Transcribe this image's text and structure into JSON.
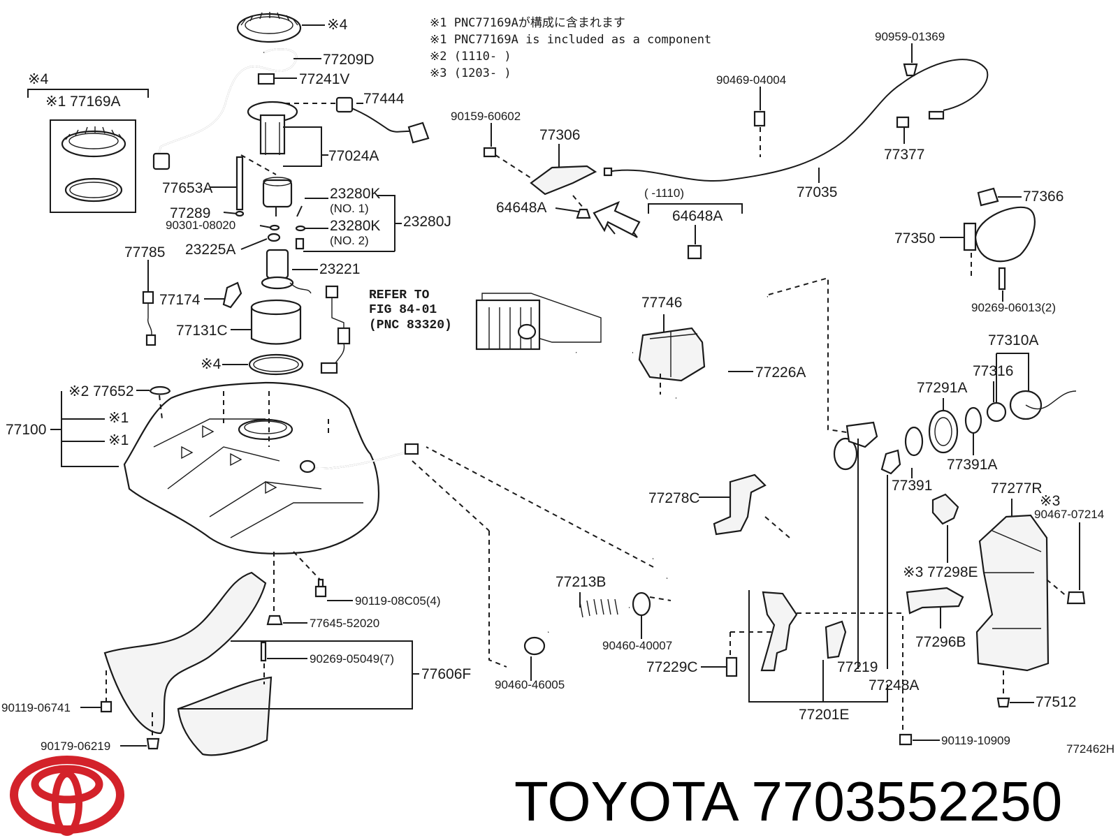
{
  "notes": [
    "※1 PNC77169Aが構成に含まれます",
    "※1 PNC77169A is included as a component",
    "※2 (1110-      )",
    "※3 (1203-      )"
  ],
  "refer": [
    "REFER TO",
    "FIG  84-01",
    "(PNC  83320)"
  ],
  "labels": {
    "p77209D": "77209D",
    "p77241V": "77241V",
    "p77444": "77444",
    "p77024A": "77024A",
    "p77653A": "77653A",
    "p77289": "77289",
    "p90301": "90301-08020",
    "p23280K1": "23280K",
    "no1": "(NO. 1)",
    "p23280K2": "23280K",
    "no2": "(NO. 2)",
    "p23280J": "23280J",
    "p23225A": "23225A",
    "p23221": "23221",
    "p77785": "77785",
    "p77174": "77174",
    "p77131C": "77131C",
    "star4a": "※4",
    "star4b": "※4",
    "star4c": "※4",
    "kit": "※1 77169A",
    "p77652": "※2 77652",
    "star1a": "※1",
    "star1b": "※1",
    "p77100": "77100",
    "p90119a": "90119-08C05(4)",
    "p77645": "77645-52020",
    "p90269b": "90269-05049(7)",
    "p77606F": "77606F",
    "p90119b": "90119-06741",
    "p90179": "90179-06219",
    "p90159": "90159-60602",
    "p77306": "77306",
    "p64648a": "64648A",
    "p90469": "90469-04004",
    "p90959": "90959-01369",
    "p77377": "77377",
    "p77035": "77035",
    "range1110": "(       -1110)",
    "p64648b": "64648A",
    "p77366": "77366",
    "p77350": "77350",
    "p90269a": "90269-06013(2)",
    "p77746": "77746",
    "p77226A": "77226A",
    "p77310A": "77310A",
    "p77316": "77316",
    "p77291A": "77291A",
    "p77391": "77391",
    "p77391A": "77391A",
    "p77278C": "77278C",
    "p77277R": "77277R",
    "star3a": "※3",
    "p90467": "90467-07214",
    "p77298E": "※3 77298E",
    "p77296B": "77296B",
    "p77213B": "77213B",
    "p90460a": "90460-40007",
    "p90460b": "90460-46005",
    "p77229C": "77229C",
    "p77219": "77219",
    "p77248A": "77248A",
    "p77201E": "77201E",
    "p77512": "77512",
    "p90119c": "90119-10909",
    "figcode": "772462H"
  },
  "footer": {
    "brand_logo": "toyota-logo",
    "title": "TOYOTA 7703552250"
  }
}
